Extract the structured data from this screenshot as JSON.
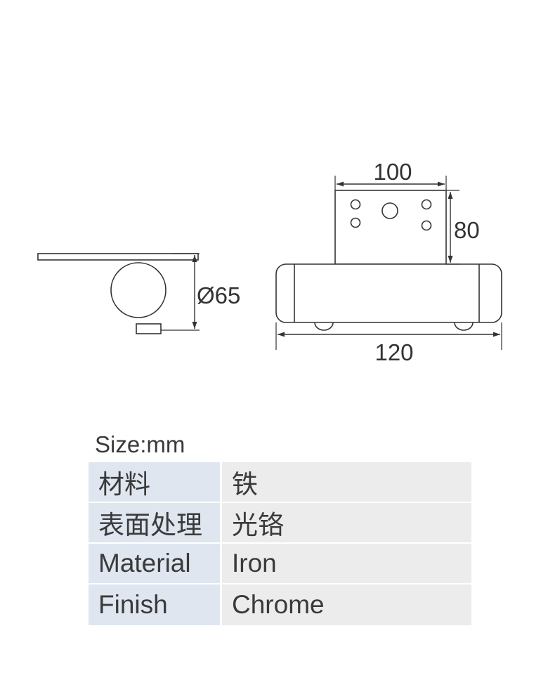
{
  "diagram": {
    "side_view": {
      "diameter_label": "Ø65"
    },
    "front_view": {
      "width_top_label": "100",
      "height_label": "80",
      "width_total_label": "120"
    }
  },
  "size_note": "Size:mm",
  "spec_table": {
    "rows": [
      {
        "label": "材料",
        "value": "铁"
      },
      {
        "label": "表面处理",
        "value": "光铬"
      },
      {
        "label": "Material",
        "value": "Iron"
      },
      {
        "label": "Finish",
        "value": "Chrome"
      }
    ]
  }
}
